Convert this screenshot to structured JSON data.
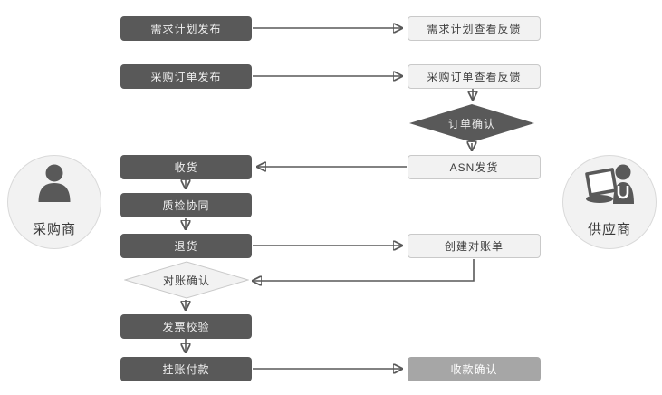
{
  "diagram": {
    "background": "#ffffff",
    "actors": {
      "buyer": {
        "label": "采购商",
        "icon": "person-icon"
      },
      "supplier": {
        "label": "供应商",
        "icon": "person-laptop-icon"
      }
    },
    "nodes": {
      "demand_plan_publish": "需求计划发布",
      "demand_plan_feedback": "需求计划查看反馈",
      "po_publish": "采购订单发布",
      "po_feedback": "采购订单查看反馈",
      "order_confirm": "订单确认",
      "asn_ship": "ASN发货",
      "receive": "收货",
      "quality_collab": "质检协同",
      "return_goods": "退货",
      "create_statement": "创建对账单",
      "statement_confirm": "对账确认",
      "invoice_verify": "发票校验",
      "ledger_payment": "挂账付款",
      "receipt_confirm": "收款确认"
    },
    "edges": [
      {
        "from": "demand_plan_publish",
        "to": "demand_plan_feedback"
      },
      {
        "from": "po_publish",
        "to": "po_feedback"
      },
      {
        "from": "po_feedback",
        "to": "order_confirm"
      },
      {
        "from": "order_confirm",
        "to": "asn_ship"
      },
      {
        "from": "asn_ship",
        "to": "receive"
      },
      {
        "from": "receive",
        "to": "quality_collab"
      },
      {
        "from": "quality_collab",
        "to": "return_goods"
      },
      {
        "from": "return_goods",
        "to": "create_statement"
      },
      {
        "from": "create_statement",
        "to": "statement_confirm"
      },
      {
        "from": "statement_confirm",
        "to": "invoice_verify"
      },
      {
        "from": "invoice_verify",
        "to": "ledger_payment"
      },
      {
        "from": "ledger_payment",
        "to": "receipt_confirm"
      }
    ],
    "colors": {
      "dark_node": "#595959",
      "light_node_fill": "#f2f2f2",
      "light_node_border": "#c9c9c9",
      "medium_node": "#a6a6a6",
      "arrow": "#595959",
      "circle_fill": "#f2f2f2",
      "circle_border": "#d9d9d9",
      "dark_text": "#3f3f3f",
      "light_text": "#f0f0f0"
    }
  }
}
